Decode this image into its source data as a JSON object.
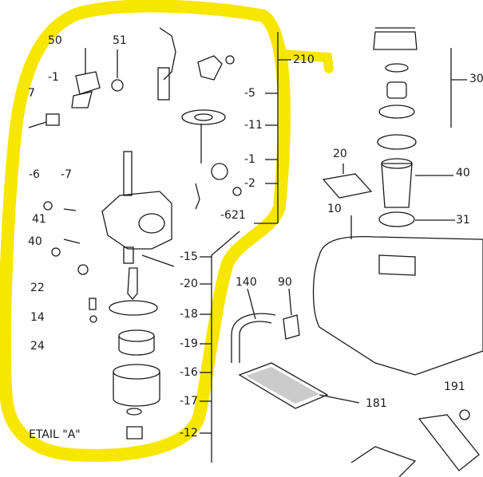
{
  "colors": {
    "highlight": "#f7e600",
    "ink": "#1a1a1a",
    "paper": "#ffffff",
    "hatch": "#6a6a6a"
  },
  "detail_caption": "ETAIL \"A\"",
  "highlighted_group_label": "210",
  "labels": {
    "l50": "50",
    "l51": "51",
    "l1a": "-1",
    "l7": "7",
    "l5": "-5",
    "l11": "-11",
    "l1b": "-1",
    "l2": "-2",
    "l6": "-6",
    "l7b": "-7",
    "l621": "-621",
    "l41": "41",
    "l40a": "40",
    "l15": "-15",
    "l22": "22",
    "l20": "-20",
    "l14": "14",
    "l18": "-18",
    "l24": "24",
    "l19": "-19",
    "l16": "-16",
    "l17": "-17",
    "l12": "-12",
    "l20b": "20",
    "l10": "10",
    "l30": "30",
    "l40b": "40",
    "l31": "31",
    "l140": "140",
    "l90": "90",
    "l181": "181",
    "l191": "191"
  }
}
